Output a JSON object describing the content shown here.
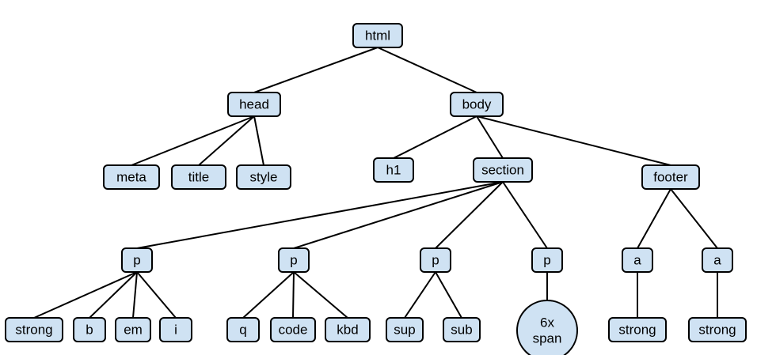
{
  "tree": {
    "id": "html",
    "label": "html",
    "children": [
      {
        "id": "head",
        "label": "head",
        "children": [
          {
            "id": "meta",
            "label": "meta"
          },
          {
            "id": "title",
            "label": "title"
          },
          {
            "id": "style",
            "label": "style"
          }
        ]
      },
      {
        "id": "body",
        "label": "body",
        "children": [
          {
            "id": "h1",
            "label": "h1"
          },
          {
            "id": "section",
            "label": "section",
            "children": [
              {
                "id": "p1",
                "label": "p",
                "children": [
                  {
                    "id": "strong1",
                    "label": "strong"
                  },
                  {
                    "id": "b",
                    "label": "b"
                  },
                  {
                    "id": "em",
                    "label": "em"
                  },
                  {
                    "id": "i",
                    "label": "i"
                  }
                ]
              },
              {
                "id": "p2",
                "label": "p",
                "children": [
                  {
                    "id": "q",
                    "label": "q"
                  },
                  {
                    "id": "code",
                    "label": "code"
                  },
                  {
                    "id": "kbd",
                    "label": "kbd"
                  }
                ]
              },
              {
                "id": "p3",
                "label": "p",
                "children": [
                  {
                    "id": "sup",
                    "label": "sup"
                  },
                  {
                    "id": "sub",
                    "label": "sub"
                  }
                ]
              },
              {
                "id": "p4",
                "label": "p",
                "children": [
                  {
                    "id": "span6x",
                    "label": [
                      "6x",
                      "span"
                    ],
                    "shape": "circle"
                  }
                ]
              }
            ]
          },
          {
            "id": "footer",
            "label": "footer",
            "children": [
              {
                "id": "a1",
                "label": "a",
                "children": [
                  {
                    "id": "strong2",
                    "label": "strong"
                  }
                ]
              },
              {
                "id": "a2",
                "label": "a",
                "children": [
                  {
                    "id": "strong3",
                    "label": "strong"
                  }
                ]
              }
            ]
          }
        ]
      }
    ]
  }
}
